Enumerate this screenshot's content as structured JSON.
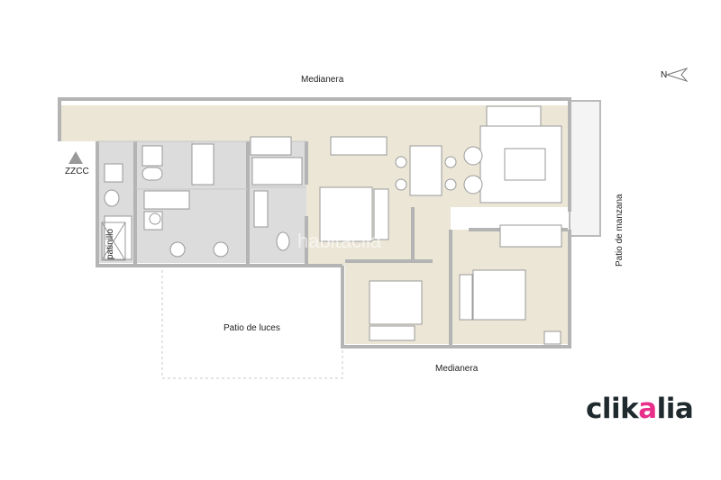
{
  "labels": {
    "top_wall": "Medianera",
    "bottom_wall": "Medianera",
    "light_patio": "Patio de luces",
    "block_patio": "Patio de manzana",
    "common_areas": "ZZCC",
    "shaft": "patinillo",
    "north": "N"
  },
  "watermark": "habitaclia",
  "logo": {
    "pre": "clik",
    "accent": "a",
    "post": "lia",
    "accent_color": "#e8308a",
    "text_color": "#1f2a2e"
  },
  "colors": {
    "wall": "#b9b9b9",
    "wood_floor": "#ebe6d6",
    "tile_floor": "#d9d9d9",
    "furniture": "#ffffff"
  }
}
